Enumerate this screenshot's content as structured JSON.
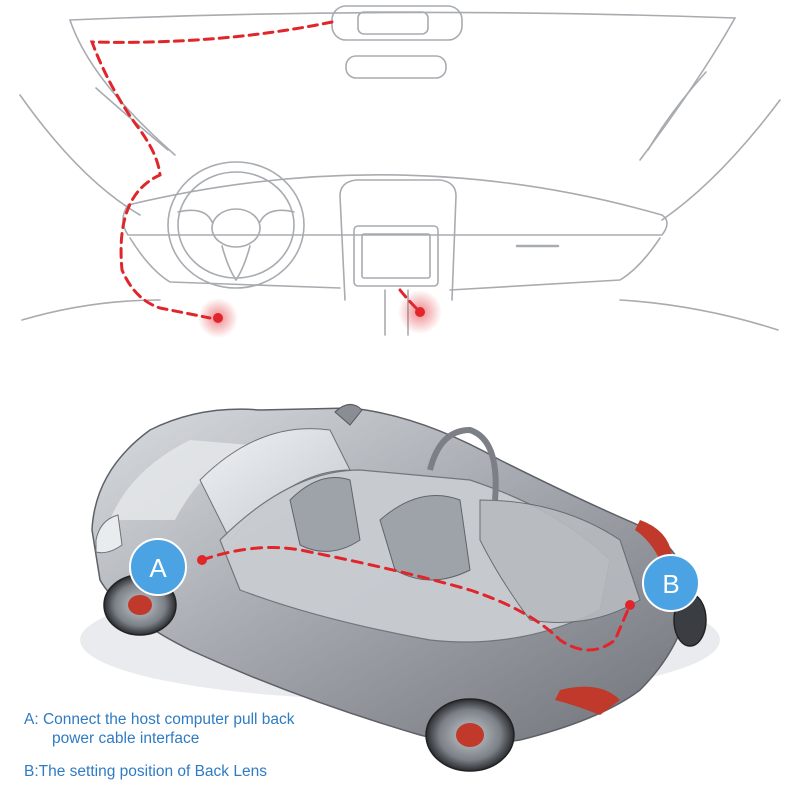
{
  "badges": {
    "a": "A",
    "b": "B"
  },
  "captions": {
    "a_line1": "A:  Connect the host computer pull back",
    "a_line2": "power cable interface",
    "b_line": "B:The setting position of Back Lens"
  },
  "colors": {
    "cable_dash": "#e0262b",
    "badge_fill": "#4ba3e3",
    "caption_text": "#2f7bc4",
    "car_body": "#a9adb3"
  }
}
